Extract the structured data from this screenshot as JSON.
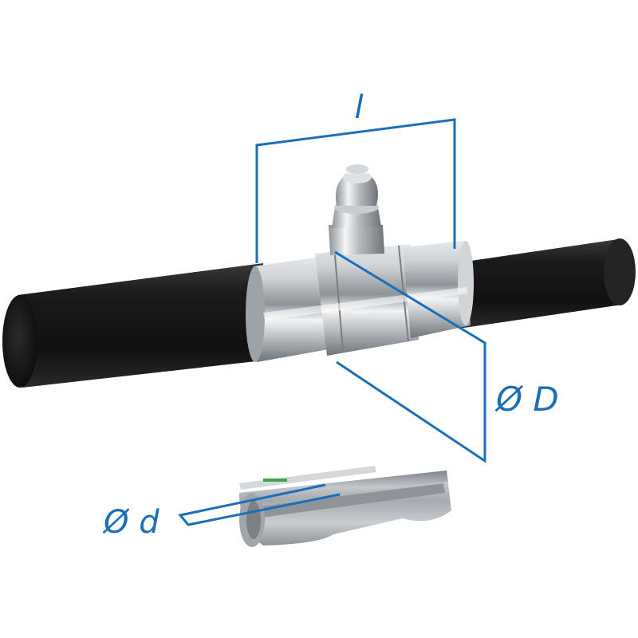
{
  "dimensions": {
    "length_label": "l",
    "outer_diameter_label": "Ø D",
    "inner_diameter_label": "Ø d"
  },
  "colors": {
    "dimension_lines": "#1a6fb8",
    "shaft": "#1c1c1c",
    "metal": "#b8bcc0"
  }
}
